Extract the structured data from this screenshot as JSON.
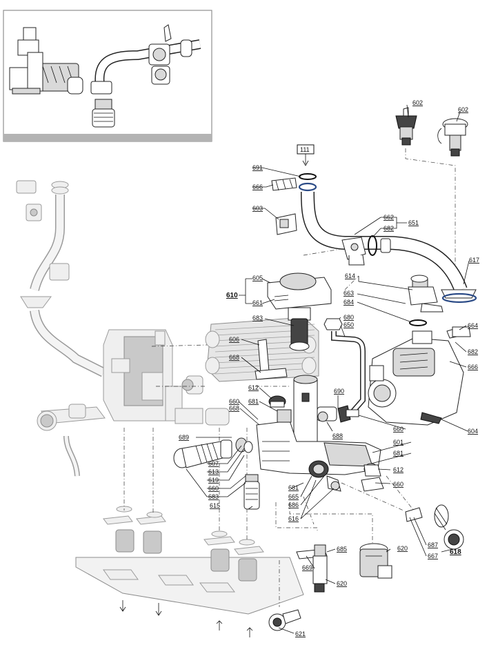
{
  "labels": {
    "inset_box": "111",
    "n602a": "602",
    "n602b": "602",
    "n691": "691",
    "n666a": "666",
    "n603": "603",
    "n662": "662",
    "n651": "651",
    "n682a": "682",
    "n617": "617",
    "n605": "605",
    "n610": "610",
    "n661": "661",
    "n614": "614",
    "n663": "663",
    "n684": "684",
    "n683a": "683",
    "n680": "680",
    "n650": "650",
    "n664": "664",
    "n682b": "682",
    "n606": "606",
    "n666b": "666",
    "n668a": "668",
    "n612a": "612",
    "n690": "690",
    "n681a": "681",
    "n660a": "660",
    "n668b": "668",
    "n604": "604",
    "n660b": "660",
    "n688": "688",
    "n689": "689",
    "n601": "601",
    "n681b": "681",
    "n612b": "612",
    "n607": "607",
    "n613": "613",
    "n619": "619",
    "n660c": "660",
    "n683b": "683",
    "n615": "615",
    "n681c": "681",
    "n665": "665",
    "n686": "686",
    "n660d": "660",
    "n616": "616",
    "n687": "687",
    "n667": "667",
    "n618": "618",
    "n685": "685",
    "n620a": "620",
    "n669": "669",
    "n620b": "620",
    "n621": "621"
  }
}
